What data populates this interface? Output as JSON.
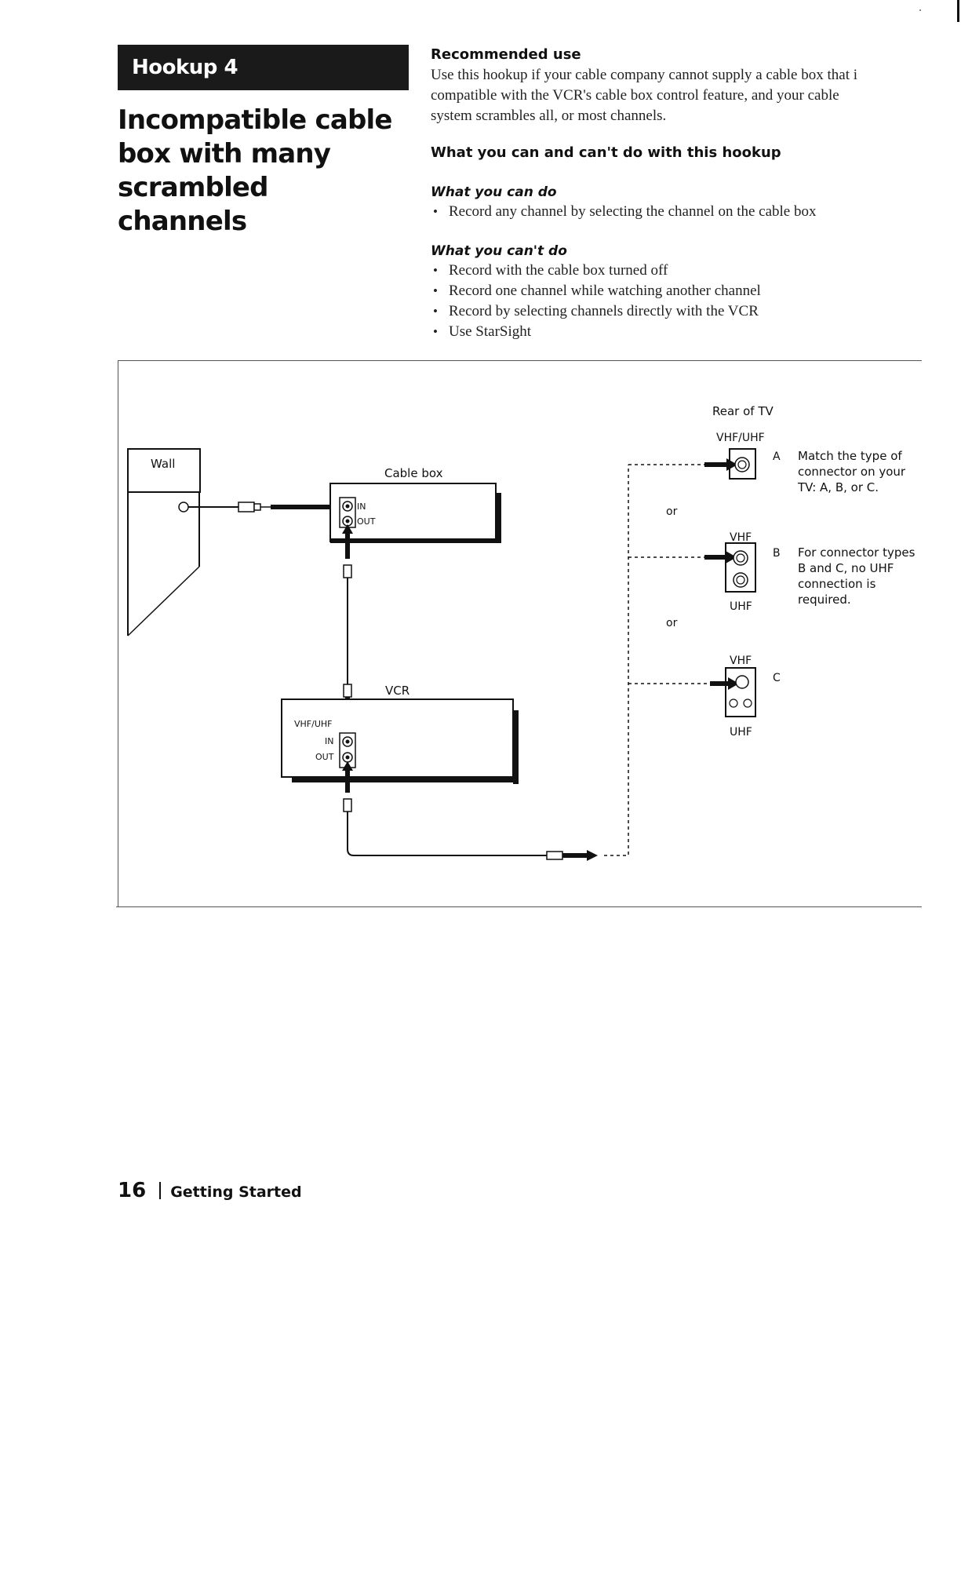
{
  "banner": "Hookup 4",
  "title": "Incompatible cable box with many scrambled channels",
  "recommended": {
    "heading": "Recommended use",
    "lines": [
      "Use this hookup if your cable company cannot supply a cable box that i",
      "compatible with the VCR's cable box control feature, and your cable",
      "system scrambles all, or most channels."
    ]
  },
  "can_cant": {
    "heading": "What you can and can't do with this hookup",
    "can": {
      "heading": "What you can do",
      "items": [
        "Record any channel by selecting the channel on the cable box"
      ]
    },
    "cant": {
      "heading": "What you can't do",
      "items": [
        "Record with the cable box turned off",
        "Record one channel while watching another channel",
        "Record by selecting channels directly with the VCR",
        "Use StarSight"
      ]
    }
  },
  "diagram": {
    "wall": "Wall",
    "cable_box": "Cable box",
    "cable_box_in": "IN",
    "cable_box_out": "OUT",
    "vcr": "VCR",
    "vcr_vhf_uhf": "VHF/UHF",
    "vcr_in": "IN",
    "vcr_out": "OUT",
    "rear_of_tv": "Rear of TV",
    "vhf_uhf": "VHF/UHF",
    "vhf": "VHF",
    "uhf": "UHF",
    "or": "or",
    "type_a": "A",
    "type_b": "B",
    "type_c": "C",
    "note_a": [
      "Match the type of",
      "connector on your",
      "TV: A, B, or C."
    ],
    "note_b": [
      "For connector types",
      "B and C, no UHF",
      "connection is",
      "required."
    ]
  },
  "footer": {
    "page_number": "16",
    "section": "Getting Started"
  }
}
